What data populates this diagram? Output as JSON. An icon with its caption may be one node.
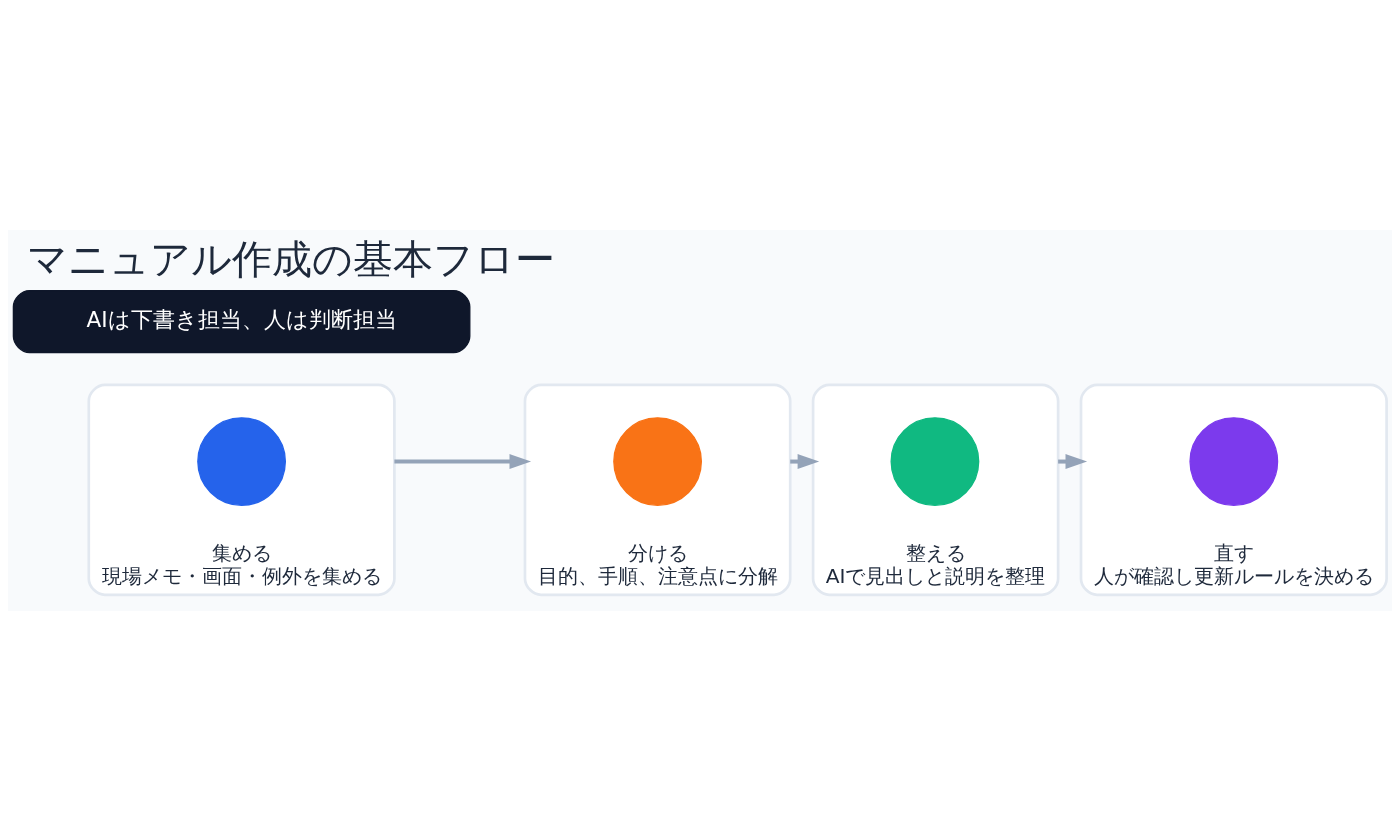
{
  "diagram": {
    "title": "マニュアル作成の基本フロー",
    "nodes": [
      {
        "text": [
          "集める",
          "現場メモ・画面・例外を集める"
        ]
      },
      {
        "text": [],
        "shape": "circle",
        "in": 0
      },
      {
        "text": [
          "分ける",
          "目的、手順、注意点に分解"
        ]
      },
      {
        "text": [],
        "shape": "circle",
        "in": 2
      },
      {
        "text": [
          "整える",
          "AIで見出しと説明を整理"
        ]
      },
      {
        "text": [],
        "shape": "circle",
        "in": 4
      },
      {
        "text": [
          "直す",
          "人が確認し更新ルールを決める"
        ]
      },
      {
        "text": [],
        "shape": "circle",
        "in": 6
      },
      {
        "text": [
          "AIは下書き担当、人は判断担当"
        ]
      }
    ],
    "edges": [
      {
        "from": 0,
        "to": 2,
        "arrow": "to"
      },
      {
        "from": 2,
        "to": 4,
        "arrow": "to"
      },
      {
        "from": 4,
        "to": 6,
        "arrow": "to"
      }
    ]
  }
}
